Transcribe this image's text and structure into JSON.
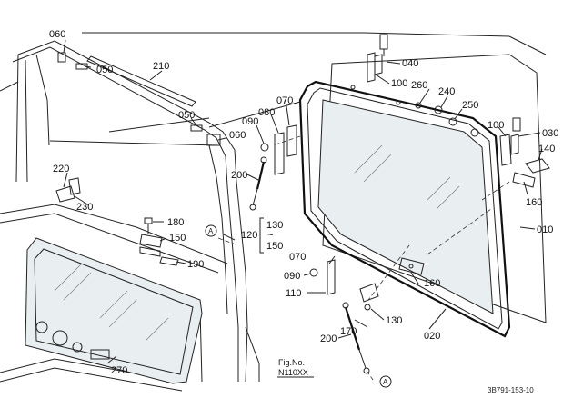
{
  "labels": {
    "l060a": "060",
    "l050a": "050",
    "l210": "210",
    "l050b": "050",
    "l060b": "060",
    "l040": "040",
    "l100a": "100",
    "l260": "260",
    "l240": "240",
    "l250": "250",
    "l070a": "070",
    "l080": "080",
    "l090a": "090",
    "l100b": "100",
    "l030": "030",
    "l140": "140",
    "l220": "220",
    "l230": "230",
    "l200a": "200",
    "l180": "180",
    "l150": "150",
    "l190": "190",
    "l130a": "130",
    "l120": "120",
    "l150b": "150",
    "l160a": "160",
    "l010": "010",
    "l070b": "070",
    "l090b": "090",
    "l110": "110",
    "l160b": "160",
    "l170": "170",
    "l130b": "130",
    "l200b": "200",
    "l020": "020",
    "l270": "270",
    "tilde": "~",
    "markA1": "A",
    "markA2": "A"
  },
  "figno": {
    "line1": "Fig.No.",
    "line2": "N110XX"
  },
  "code": "3B791-153-10"
}
